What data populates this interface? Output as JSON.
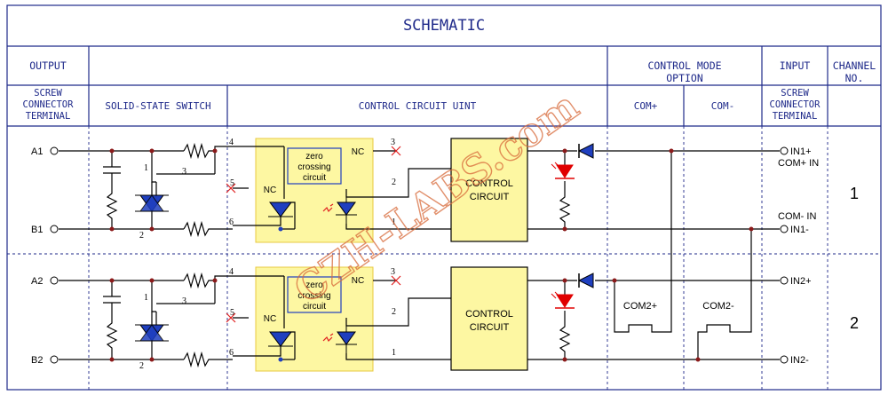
{
  "header": {
    "title": "SCHEMATIC",
    "output": "OUTPUT",
    "control_mode_1": "CONTROL MODE",
    "control_mode_2": "OPTION",
    "input": "INPUT",
    "channel_1": "CHANNEL",
    "channel_2": "NO.",
    "screw_out_1": "SCREW",
    "screw_out_2": "CONNECTOR",
    "screw_out_3": "TERMINAL",
    "ssr": "SOLID-STATE SWITCH",
    "control_circuit": "CONTROL CIRCUIT UINT",
    "com_plus": "COM+",
    "com_minus": "COM-",
    "screw_in_1": "SCREW",
    "screw_in_2": "CONNECTOR",
    "screw_in_3": "TERMINAL"
  },
  "channels": [
    {
      "terminal_a": "A1",
      "terminal_b": "B1",
      "input_plus": "IN1+",
      "input_plus_note": "COM+ IN",
      "input_minus": "IN1-",
      "input_minus_note": "COM- IN",
      "number": "1",
      "block_line1": "CONTROL",
      "block_line2": "CIRCUIT",
      "zc_line1": "zero",
      "zc_line2": "crossing",
      "zc_line3": "circuit",
      "nc_top": "NC",
      "nc_left": "NC",
      "pins": {
        "p1": "1",
        "p2": "2",
        "p3": "3",
        "p4": "4",
        "p5": "5",
        "p6": "6"
      },
      "triac_pins": {
        "t1": "1",
        "t2": "2",
        "t3": "3"
      }
    },
    {
      "terminal_a": "A2",
      "terminal_b": "B2",
      "input_plus": "IN2+",
      "input_minus": "IN2-",
      "number": "2",
      "block_line1": "CONTROL",
      "block_line2": "CIRCUIT",
      "zc_line1": "zero",
      "zc_line2": "crossing",
      "zc_line3": "circuit",
      "nc_top": "NC",
      "nc_left": "NC",
      "pins": {
        "p1": "1",
        "p2": "2",
        "p3": "3",
        "p4": "4",
        "p5": "5",
        "p6": "6"
      },
      "triac_pins": {
        "t1": "1",
        "t2": "2",
        "t3": "3"
      },
      "jumper_plus": "COM2+",
      "jumper_minus": "COM2-"
    }
  ],
  "watermark": "CZH-LABS.com",
  "colors": {
    "line": "#000000",
    "frame": "#1f2a8a",
    "optocoupler_fill": "#fdf7a2",
    "triac_fill": "#1f3fbf",
    "led_red": "#e00000",
    "cross": "#e02020",
    "watermark": "#d86a3a"
  }
}
